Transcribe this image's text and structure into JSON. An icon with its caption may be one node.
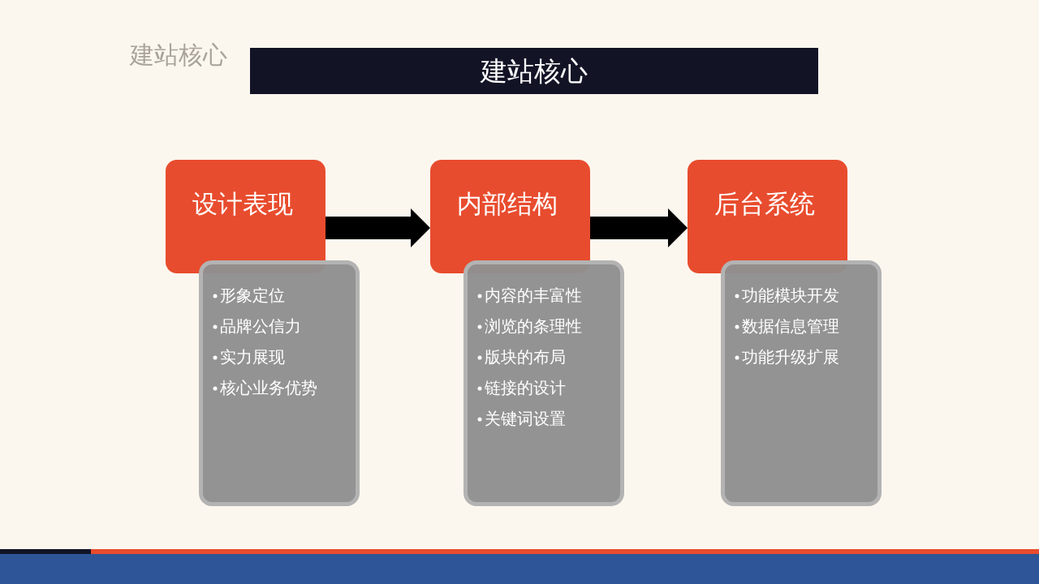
{
  "diagram": {
    "title": "建站核心",
    "nodes": [
      {
        "text": [
          "设计表现"
        ]
      },
      {
        "text": [
          "形象定位",
          "品牌公信力",
          "实力展现",
          "核心业务优势"
        ]
      },
      {
        "text": [
          "内部结构"
        ]
      },
      {
        "text": [
          "内容的丰富性",
          "浏览的条理性",
          "版块的布局",
          "链接的设计",
          "关键词设置"
        ]
      },
      {
        "text": [
          "后台系统"
        ]
      },
      {
        "text": [
          "功能模块开发",
          "数据信息管理",
          "功能升级扩展"
        ]
      }
    ],
    "edges": [
      {
        "from": 0,
        "to": 2,
        "arrow": "to"
      },
      {
        "from": 2,
        "to": 4,
        "arrow": "to"
      }
    ],
    "labels": [
      "建站核心"
    ]
  }
}
